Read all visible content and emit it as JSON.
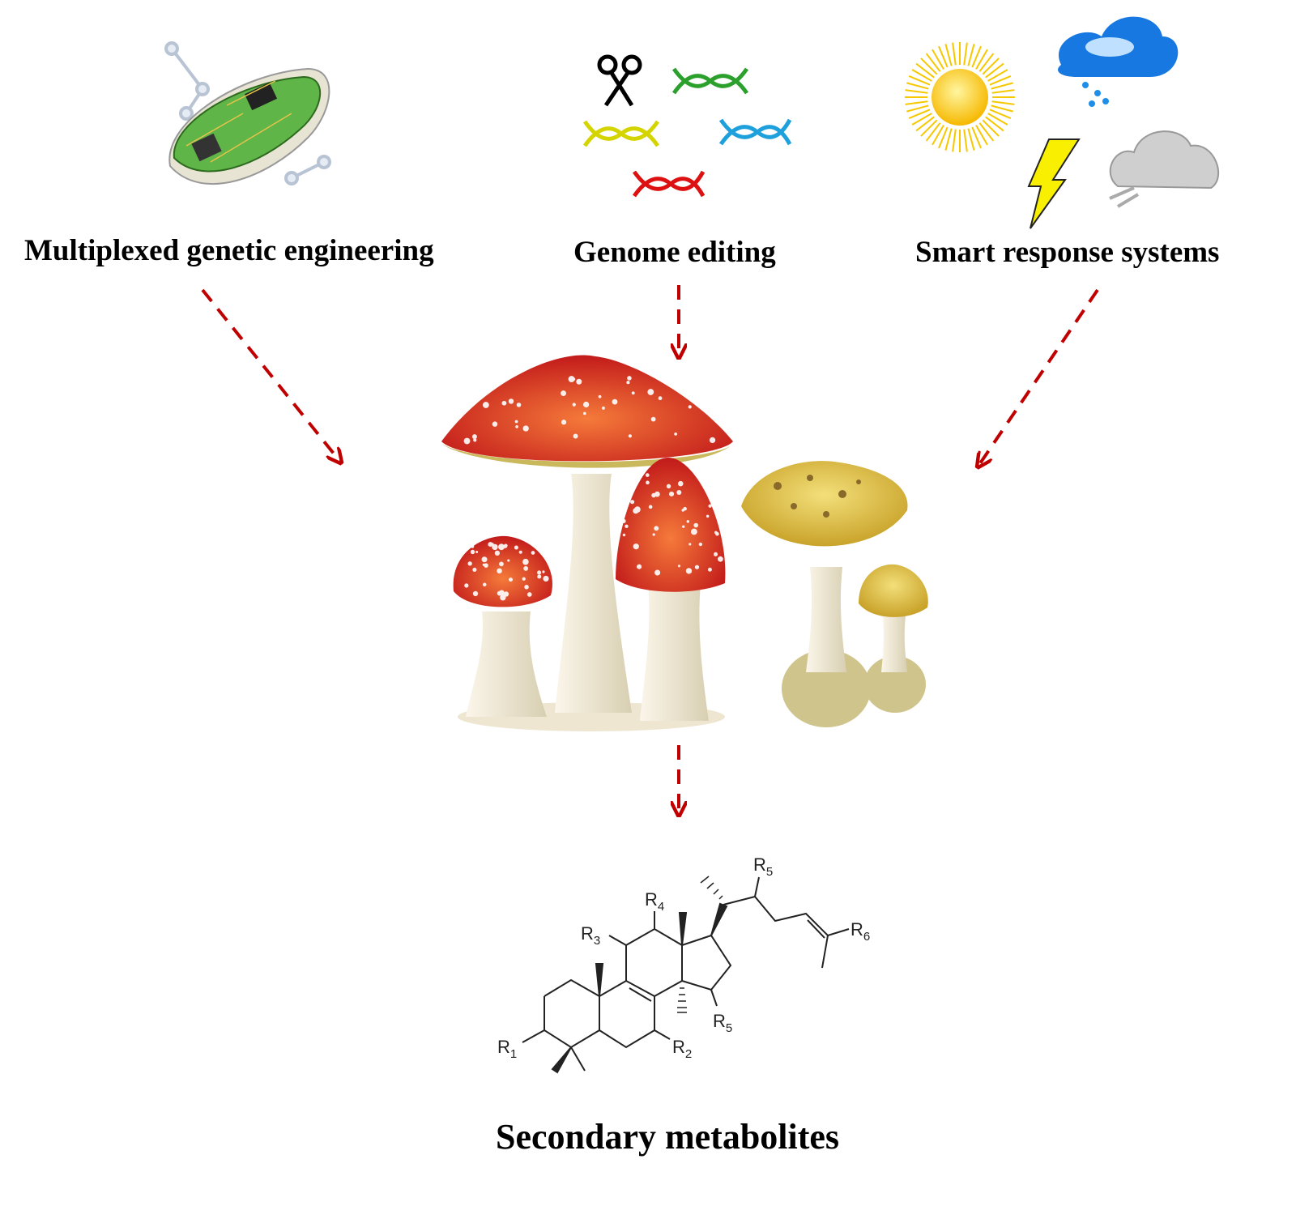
{
  "labels": {
    "left": "Multiplexed genetic engineering",
    "center": "Genome editing",
    "right": "Smart response systems",
    "bottom": "Secondary metabolites"
  },
  "structure": {
    "groups": [
      {
        "r": "R",
        "n": "1"
      },
      {
        "r": "R",
        "n": "2"
      },
      {
        "r": "R",
        "n": "3"
      },
      {
        "r": "R",
        "n": "4"
      },
      {
        "r": "R",
        "n": "5"
      },
      {
        "r": "R",
        "n": "5"
      },
      {
        "r": "R",
        "n": "6"
      }
    ]
  },
  "colors": {
    "arrow": "#c00000",
    "dna": [
      "#2ca02c",
      "#d4d400",
      "#1ea0dc",
      "#dd1111"
    ]
  }
}
